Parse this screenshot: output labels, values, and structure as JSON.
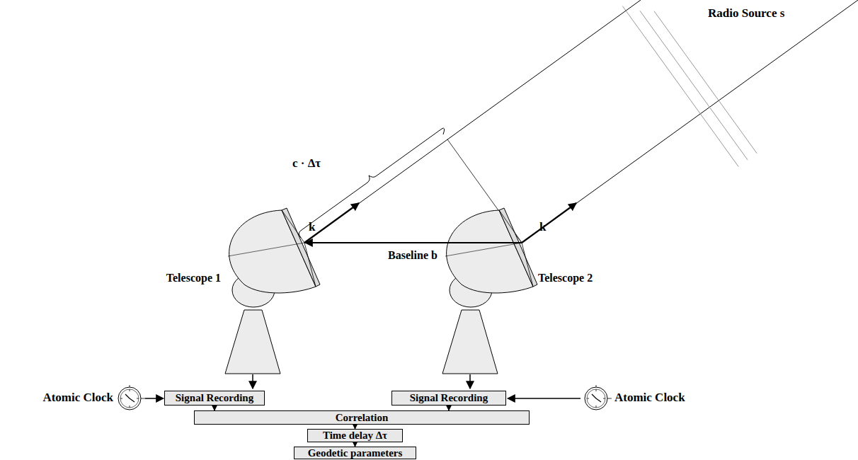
{
  "diagram": {
    "nodes": [
      {
        "text": [
          "Signal Recording"
        ]
      },
      {
        "text": [
          "Signal Recording"
        ]
      },
      {
        "text": [
          "Correlation"
        ]
      },
      {
        "text": [
          "Time delay Δτ"
        ]
      },
      {
        "text": [
          "Geodetic parameters"
        ]
      }
    ],
    "edges": [
      {
        "from": 0,
        "to": 2,
        "arrow": "to"
      },
      {
        "from": 1,
        "to": 2,
        "arrow": "to"
      },
      {
        "from": 2,
        "to": 3,
        "arrow": "to"
      },
      {
        "from": 3,
        "to": 4,
        "arrow": "to"
      }
    ],
    "labels": [
      "Radio Source s",
      "c · Δτ",
      "k",
      "k",
      "Baseline b",
      "Telescope 1",
      "Telescope 2",
      "Atomic Clock",
      "Atomic Clock"
    ]
  }
}
